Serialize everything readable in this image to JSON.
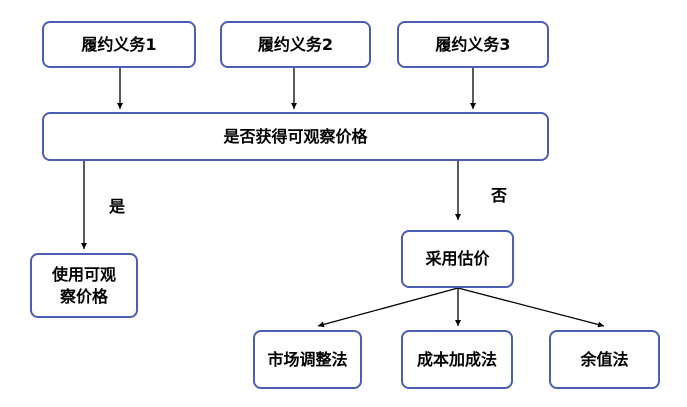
{
  "obligations": [
    "履约义务1",
    "履约义务2",
    "履约义务3"
  ],
  "decision": "是否获得可观察价格",
  "yes_label": "是",
  "no_label": "否",
  "use_observable": "使用可观察价格",
  "use_estimate": "采用估价",
  "methods": [
    "市场调整法",
    "成本加成法",
    "余值法"
  ],
  "colors": {
    "border": "#4a5fb4",
    "arrow": "#000000",
    "text": "#000000"
  }
}
